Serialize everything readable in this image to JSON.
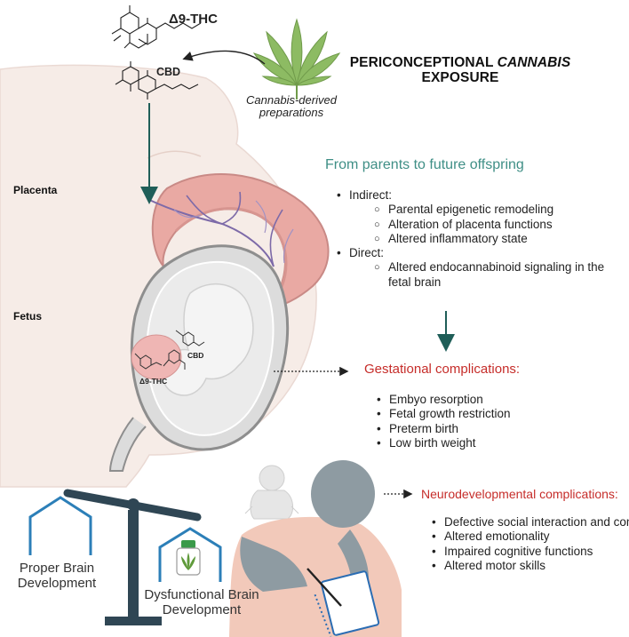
{
  "title": {
    "line1": "PERICONCEPTIONAL",
    "line1_italic": "CANNABIS",
    "line2": "EXPOSURE"
  },
  "molecules": {
    "thc_label": "Δ9-THC",
    "cbd_label": "CBD",
    "thc_small_label": "Δ9-THC",
    "cbd_small_label": "CBD"
  },
  "source": {
    "label": "Cannabis-derived preparations"
  },
  "anatomy": {
    "placenta_label": "Placenta",
    "fetus_label": "Fetus"
  },
  "parents": {
    "heading": "From parents to future offspring",
    "indirect": {
      "label": "Indirect:",
      "items": [
        "Parental epigenetic remodeling",
        "Alteration of placenta functions",
        "Altered inflammatory state"
      ]
    },
    "direct": {
      "label": "Direct:",
      "items": [
        "Altered endocannabinoid signaling in the fetal brain"
      ]
    }
  },
  "gestational": {
    "heading": "Gestational complications:",
    "items": [
      "Embyo resorption",
      "Fetal growth restriction",
      "Preterm birth",
      "Low birth weight"
    ]
  },
  "neuro": {
    "heading": "Neurodevelopmental complications:",
    "items": [
      "Defective social interaction and communication",
      "Altered emotionality",
      "Impaired cognitive functions",
      "Altered motor skills"
    ]
  },
  "balance": {
    "proper_label": "Proper Brain Development",
    "dysfunctional_label": "Dysfunctional Brain Development"
  },
  "colors": {
    "teal": "#3f8f86",
    "red": "#c62d2a",
    "slate": "#2f4654",
    "placenta": "#e9a9a3",
    "vessel": "#7d6aa8",
    "leaf": "#8dbb63",
    "skin": "#f6ece7"
  },
  "icons": [
    "cannabis-leaf-icon",
    "molecule-icon",
    "scale-icon",
    "house-outline-icon",
    "cannabis-jar-icon",
    "baby-icon",
    "child-writing-icon",
    "notebook-icon"
  ]
}
